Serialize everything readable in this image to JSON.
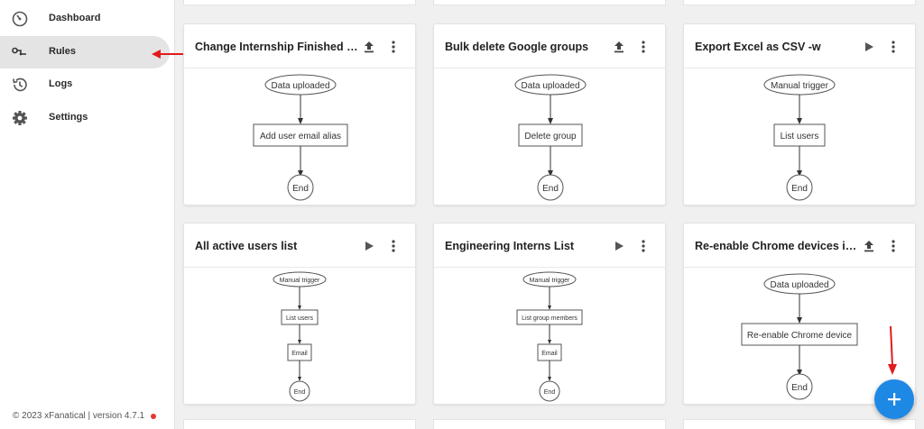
{
  "sidebar": {
    "items": [
      {
        "label": "Dashboard",
        "icon": "dashboard-gauge-icon",
        "active": false
      },
      {
        "label": "Rules",
        "icon": "rules-icon",
        "active": true
      },
      {
        "label": "Logs",
        "icon": "history-icon",
        "active": false
      },
      {
        "label": "Settings",
        "icon": "gear-icon",
        "active": false
      }
    ],
    "footer": "© 2023 xFanatical | version 4.7.1",
    "status_dot_color": "#e53935"
  },
  "cards": [
    {
      "title": "Change Internship Finished O...",
      "action_icon": "upload-icon",
      "trigger": "Data uploaded",
      "action": "Add user email alias",
      "end": "End"
    },
    {
      "title": "Bulk delete Google groups",
      "action_icon": "upload-icon",
      "trigger": "Data uploaded",
      "action": "Delete group",
      "end": "End"
    },
    {
      "title": "Export Excel as CSV -w",
      "action_icon": "play-icon",
      "trigger": "Manual trigger",
      "action": "List users",
      "end": "End"
    },
    {
      "title": "All active users list",
      "action_icon": "play-icon",
      "trigger": "Manual trigger",
      "action": "List users",
      "action2": "Email",
      "end": "End"
    },
    {
      "title": "Engineering Interns List",
      "action_icon": "play-icon",
      "trigger": "Manual trigger",
      "action": "List group members",
      "action2": "Email",
      "end": "End"
    },
    {
      "title": "Re-enable Chrome devices in...",
      "action_icon": "upload-icon",
      "trigger": "Data uploaded",
      "action": "Re-enable Chrome device",
      "end": "End"
    }
  ],
  "fab": {
    "icon": "plus-icon",
    "color": "#1e88e5"
  },
  "annotation_color": "#e31b1b"
}
